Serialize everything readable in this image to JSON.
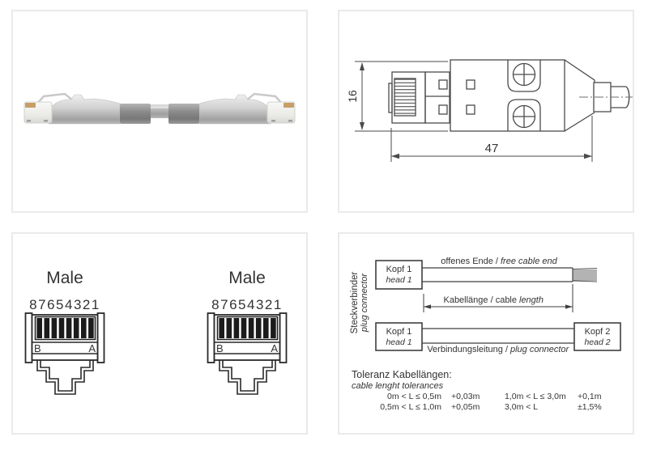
{
  "colors": {
    "panel_border": "#eaeaea",
    "drawing_line": "#4a4a4a",
    "pin_black": "#1b1b1b",
    "text": "#333333"
  },
  "photo_panel": {
    "alt": "patch cable photo"
  },
  "drawing_panel": {
    "height_dim": "16",
    "width_dim": "47"
  },
  "pinout_panel": {
    "connectors": [
      {
        "title": "Male",
        "pin_numbers": "87654321",
        "pad_left": "B",
        "pad_right": "A"
      },
      {
        "title": "Male",
        "pin_numbers": "87654321",
        "pad_left": "B",
        "pad_right": "A"
      }
    ]
  },
  "length_panel": {
    "side_label": {
      "de": "Steckverbinder",
      "en": "plug connector"
    },
    "open_end": {
      "head_box": {
        "de": "Kopf 1",
        "en": "head 1"
      },
      "label": {
        "de": "offenes Ende /",
        "en": "free cable end"
      }
    },
    "cable_length_dim": {
      "de": "Kabellänge / cable",
      "en": "length"
    },
    "connection": {
      "head1_box": {
        "de": "Kopf 1",
        "en": "head 1"
      },
      "head2_box": {
        "de": "Kopf 2",
        "en": "head 2"
      },
      "label": {
        "de": "Verbindungsleitung /",
        "en": "plug connector"
      }
    },
    "tolerances": {
      "title": {
        "de": "Toleranz Kabellängen:",
        "en": "cable lenght tolerances"
      },
      "rows": [
        [
          "0m < L ≤ 0,5m",
          "+0,03m",
          "1,0m < L ≤ 3,0m",
          "+0,1m"
        ],
        [
          "0,5m < L ≤ 1,0m",
          "+0,05m",
          "3,0m < L",
          "±1,5%"
        ]
      ]
    }
  }
}
